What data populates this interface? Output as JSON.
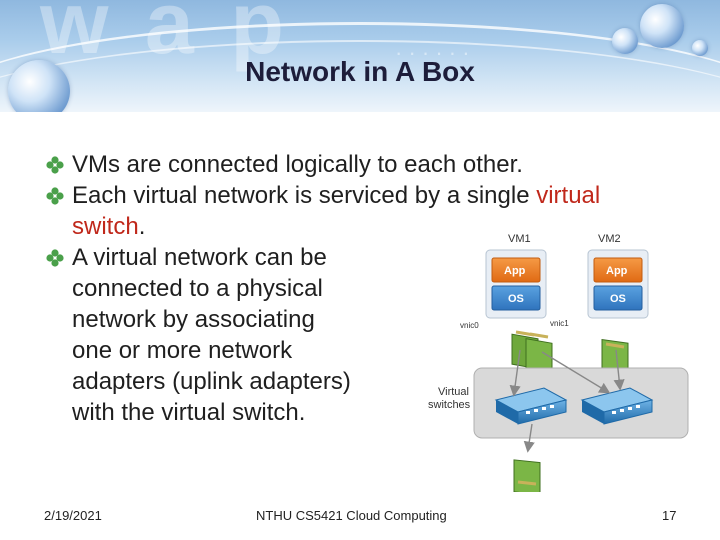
{
  "slide": {
    "title": "Network in A Box",
    "bullets": {
      "b1": "VMs are connected logically to each other.",
      "b2_part1": "Each virtual network is serviced by a single ",
      "b2_red1": "virtual",
      "b2_red2": "switch",
      "b2_end": ".",
      "b3_lines": [
        "A virtual network can be",
        "connected to a physical",
        "network by associating",
        "one or more network",
        "adapters (uplink adapters)",
        "with the virtual switch."
      ]
    },
    "diagram": {
      "vm1_label": "VM1",
      "vm2_label": "VM2",
      "app_label": "App",
      "os_label": "OS",
      "vnic0_label": "vnic0",
      "vnic1_label": "vnic1",
      "vswitch_label_line1": "Virtual",
      "vswitch_label_line2": "switches"
    },
    "footer": {
      "date": "2/19/2021",
      "course": "NTHU CS5421 Cloud Computing",
      "page": "17"
    },
    "colors": {
      "title": "#1d1d3a",
      "accent_red": "#c0281b",
      "bullet": "#3a8f3a",
      "app_orange": "#ef7d22",
      "os_blue": "#3f86cf",
      "switch_blue": "#2f7fc2"
    },
    "icons": {
      "bullet": "diamond-bullet-icon",
      "nic": "network-card-icon",
      "switch": "virtual-switch-icon"
    }
  }
}
